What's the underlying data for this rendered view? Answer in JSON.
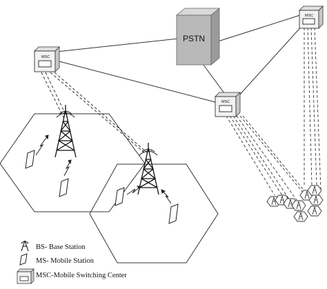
{
  "nodes": {
    "pstn": {
      "label": "PSTN"
    },
    "msc_left": {
      "label": "MSC"
    },
    "msc_center": {
      "label": "MSC"
    },
    "msc_right": {
      "label": "MSC"
    }
  },
  "legend": {
    "bs": "BS- Base Station",
    "ms": "MS- Mobile Station",
    "msc": "MSC-Mobile Switching Center"
  },
  "colors": {
    "line": "#333333",
    "pstn_front": "#b9b9b9",
    "pstn_top": "#d9d9d9",
    "pstn_side": "#9a9a9a",
    "msc_face": "#f2f2f2"
  }
}
